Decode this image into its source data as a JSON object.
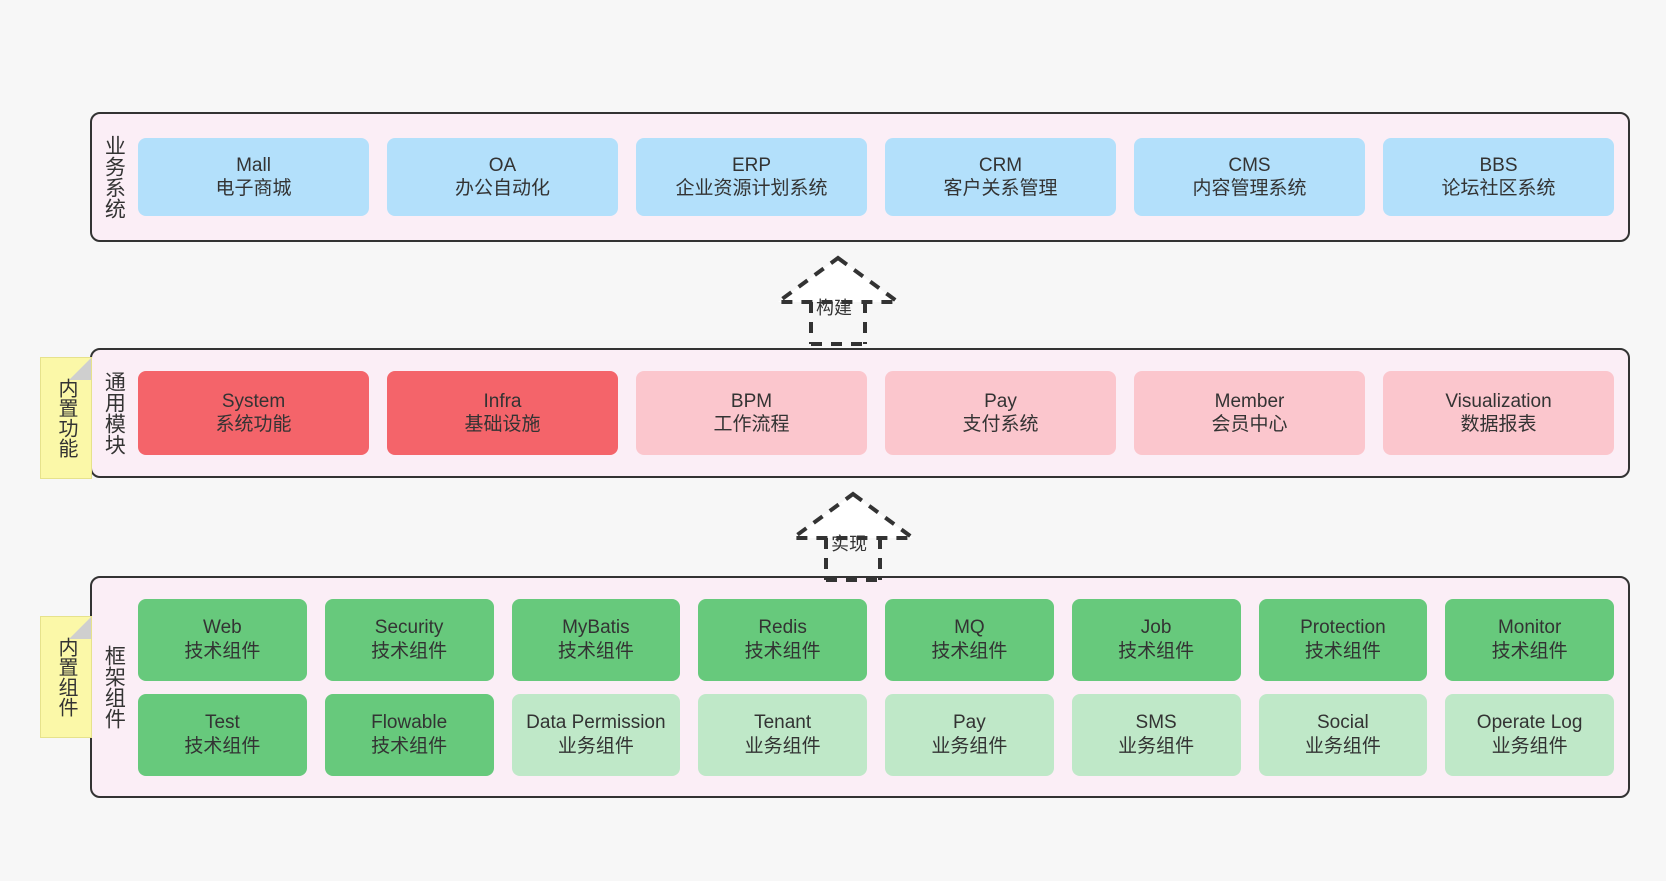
{
  "layers": [
    {
      "id": "business-systems",
      "title": "业务系统",
      "rows": [
        {
          "nodes": [
            {
              "title": "Mall",
              "sub": "电子商城",
              "color": "c-blue"
            },
            {
              "title": "OA",
              "sub": "办公自动化",
              "color": "c-blue"
            },
            {
              "title": "ERP",
              "sub": "企业资源计划系统",
              "color": "c-blue"
            },
            {
              "title": "CRM",
              "sub": "客户关系管理",
              "color": "c-blue"
            },
            {
              "title": "CMS",
              "sub": "内容管理系统",
              "color": "c-blue"
            },
            {
              "title": "BBS",
              "sub": "论坛社区系统",
              "color": "c-blue"
            }
          ]
        }
      ]
    },
    {
      "id": "common-modules",
      "title": "通用模块",
      "sticky": "内置功能",
      "rows": [
        {
          "nodes": [
            {
              "title": "System",
              "sub": "系统功能",
              "color": "c-red"
            },
            {
              "title": "Infra",
              "sub": "基础设施",
              "color": "c-red"
            },
            {
              "title": "BPM",
              "sub": "工作流程",
              "color": "c-pink"
            },
            {
              "title": "Pay",
              "sub": "支付系统",
              "color": "c-pink"
            },
            {
              "title": "Member",
              "sub": "会员中心",
              "color": "c-pink"
            },
            {
              "title": "Visualization",
              "sub": "数据报表",
              "color": "c-pink"
            }
          ]
        }
      ]
    },
    {
      "id": "framework-components",
      "title": "框架组件",
      "sticky": "内置组件",
      "rows": [
        {
          "nodes": [
            {
              "title": "Web",
              "sub": "技术组件",
              "color": "c-green"
            },
            {
              "title": "Security",
              "sub": "技术组件",
              "color": "c-green"
            },
            {
              "title": "MyBatis",
              "sub": "技术组件",
              "color": "c-green"
            },
            {
              "title": "Redis",
              "sub": "技术组件",
              "color": "c-green"
            },
            {
              "title": "MQ",
              "sub": "技术组件",
              "color": "c-green"
            },
            {
              "title": "Job",
              "sub": "技术组件",
              "color": "c-green"
            },
            {
              "title": "Protection",
              "sub": "技术组件",
              "color": "c-green"
            },
            {
              "title": "Monitor",
              "sub": "技术组件",
              "color": "c-green"
            }
          ]
        },
        {
          "nodes": [
            {
              "title": "Test",
              "sub": "技术组件",
              "color": "c-green"
            },
            {
              "title": "Flowable",
              "sub": "技术组件",
              "color": "c-green"
            },
            {
              "title": "Data Permission",
              "sub": "业务组件",
              "color": "c-lightgreen"
            },
            {
              "title": "Tenant",
              "sub": "业务组件",
              "color": "c-lightgreen"
            },
            {
              "title": "Pay",
              "sub": "业务组件",
              "color": "c-lightgreen"
            },
            {
              "title": "SMS",
              "sub": "业务组件",
              "color": "c-lightgreen"
            },
            {
              "title": "Social",
              "sub": "业务组件",
              "color": "c-lightgreen"
            },
            {
              "title": "Operate Log",
              "sub": "业务组件",
              "color": "c-lightgreen"
            }
          ]
        }
      ]
    }
  ],
  "connectors": [
    {
      "id": "build",
      "label": "构建"
    },
    {
      "id": "implement",
      "label": "实现"
    }
  ],
  "colors": {
    "band_bg": "#fbeef6",
    "band_border": "#333333",
    "business": "#b3e0fb",
    "module_core": "#f4646a",
    "module_other": "#fbc6cd",
    "component_tech": "#67c97c",
    "component_biz": "#bfe8c8",
    "sticky": "#fbf8a8",
    "canvas_bg": "#f7f7f7"
  }
}
